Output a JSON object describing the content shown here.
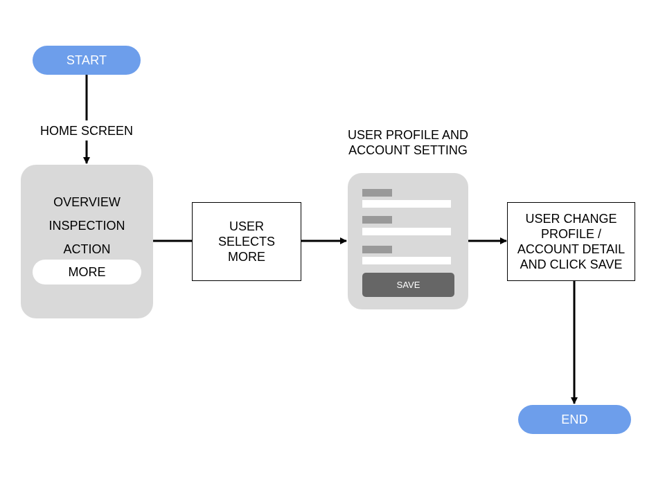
{
  "start": "START",
  "home_screen": "HOME SCREEN",
  "home_menu": {
    "items": [
      "OVERVIEW",
      "INSPECTION",
      "ACTION"
    ],
    "selected": "MORE"
  },
  "user_selects": "USER\nSELECTS\nMORE",
  "profile_title": "USER PROFILE AND\nACCOUNT SETTING",
  "profile_form": {
    "save_label": "SAVE"
  },
  "user_change": "USER CHANGE\nPROFILE /\nACCOUNT DETAIL\nAND CLICK SAVE",
  "end": "END"
}
